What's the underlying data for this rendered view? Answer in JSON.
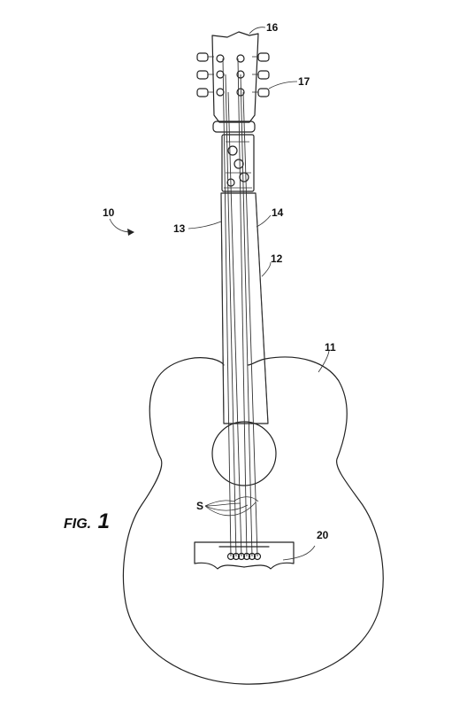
{
  "figure": {
    "caption_prefix": "FIG.",
    "caption_number": "1",
    "labels": {
      "guitar": "10",
      "body": "11",
      "neck": "12",
      "edge_left": "13",
      "edge_right": "14",
      "headstock": "16",
      "tuner": "17",
      "bridge": "20",
      "strings": "S"
    }
  }
}
